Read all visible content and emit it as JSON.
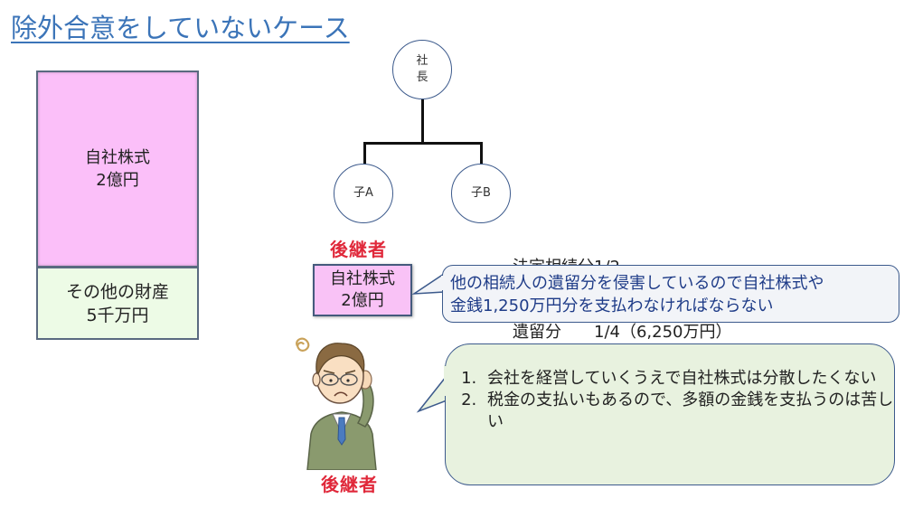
{
  "title": "除外合意をしていないケース",
  "assets": {
    "stock": {
      "line1": "自社株式",
      "line2": "2億円"
    },
    "other": {
      "line1": "その他の財産",
      "line2": "5千万円"
    }
  },
  "family_tree": {
    "ceo": {
      "line1": "社",
      "line2": "長"
    },
    "child_a": "子A",
    "child_b": "子B"
  },
  "share_info": {
    "statutory": "法定相続分1/2",
    "reserved": "遺留分　　1/4（6,250万円）"
  },
  "successor_label": "後継者",
  "successor_stock": {
    "line1": "自社株式",
    "line2": "2億円"
  },
  "bubble_infringe": {
    "line1": "他の相続人の遺留分を侵害しているので自社株式や",
    "line2": "金銭1,250万円分を支払わなければならない"
  },
  "bubble_concerns": {
    "items": [
      "会社を経営していくうえで自社株式は分散したくない",
      "税金の支払いもあるので、多額の金銭を支払うのは苦しい"
    ]
  },
  "colors": {
    "title": "#3b74b8",
    "stock_fill": "#fbbff9",
    "other_fill": "#edfbe6",
    "successor_red": "#e0283a",
    "bubble_text_blue": "#1f3c88",
    "concern_bubble_fill": "#e8f2df"
  }
}
